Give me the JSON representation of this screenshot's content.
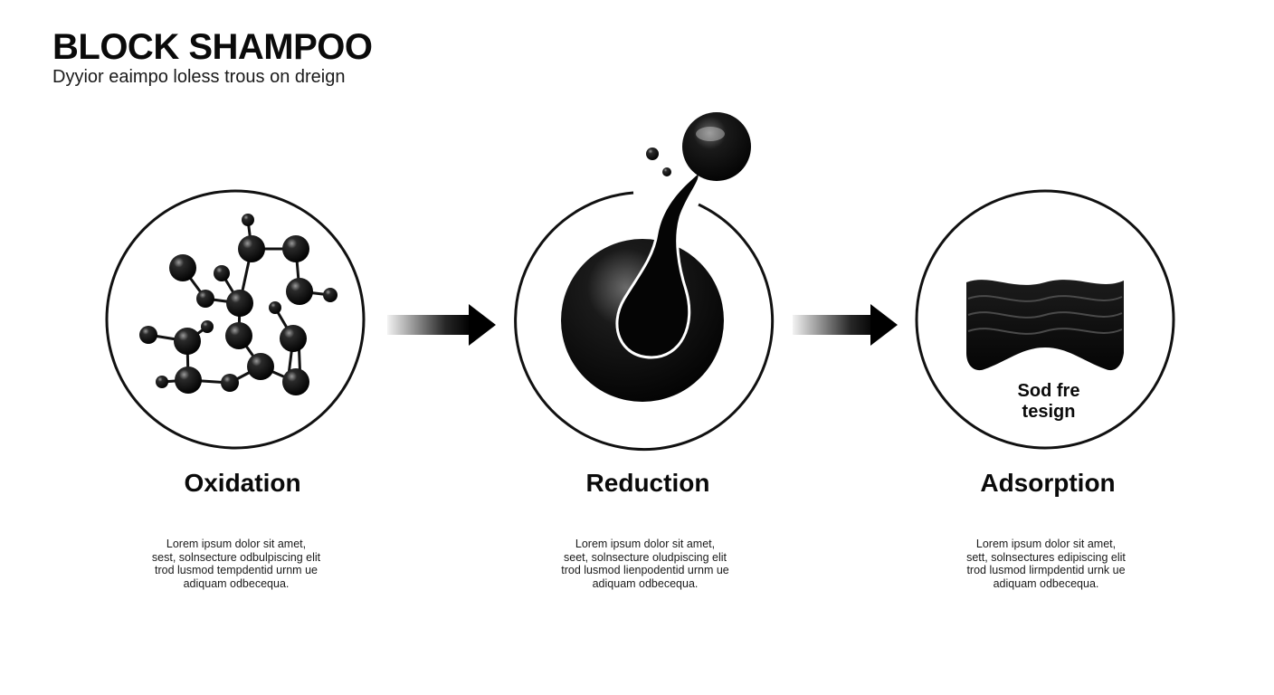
{
  "header": {
    "title": "BLOCK SHAMPOO",
    "subtitle": "Dyyior eaimpo loless trous on dreign"
  },
  "stages": [
    {
      "icon": "molecule-icon",
      "title": "Oxidation",
      "description_lines": [
        "Lorem ipsum dolor sit amet,",
        "sest, solnsecture odbulpiscing elit",
        "trod lusmod tempdentid urnm ue",
        "adiquam odbecequa."
      ]
    },
    {
      "icon": "droplet-icon",
      "title": "Reduction",
      "description_lines": [
        "Lorem ipsum dolor sit amet,",
        "seet, solnsecture oludpiscing elit",
        "trod lusmod lienpodentid urnm ue",
        "adiquam odbecequa."
      ]
    },
    {
      "icon": "wave-layers-icon",
      "title": "Adsorption",
      "inner_label_lines": [
        "Sod fre",
        "tesign"
      ],
      "description_lines": [
        "Lorem ipsum dolor sit amet,",
        "sett, solnsectures edipiscing elit",
        "trod lusmod lirmpdentid urnk ue",
        "adiquam odbecequa."
      ]
    }
  ],
  "arrows": [
    "arrow-right-icon",
    "arrow-right-icon"
  ],
  "colors": {
    "ink": "#0a0a0a",
    "background": "#ffffff",
    "circle_stroke": "#111111"
  }
}
